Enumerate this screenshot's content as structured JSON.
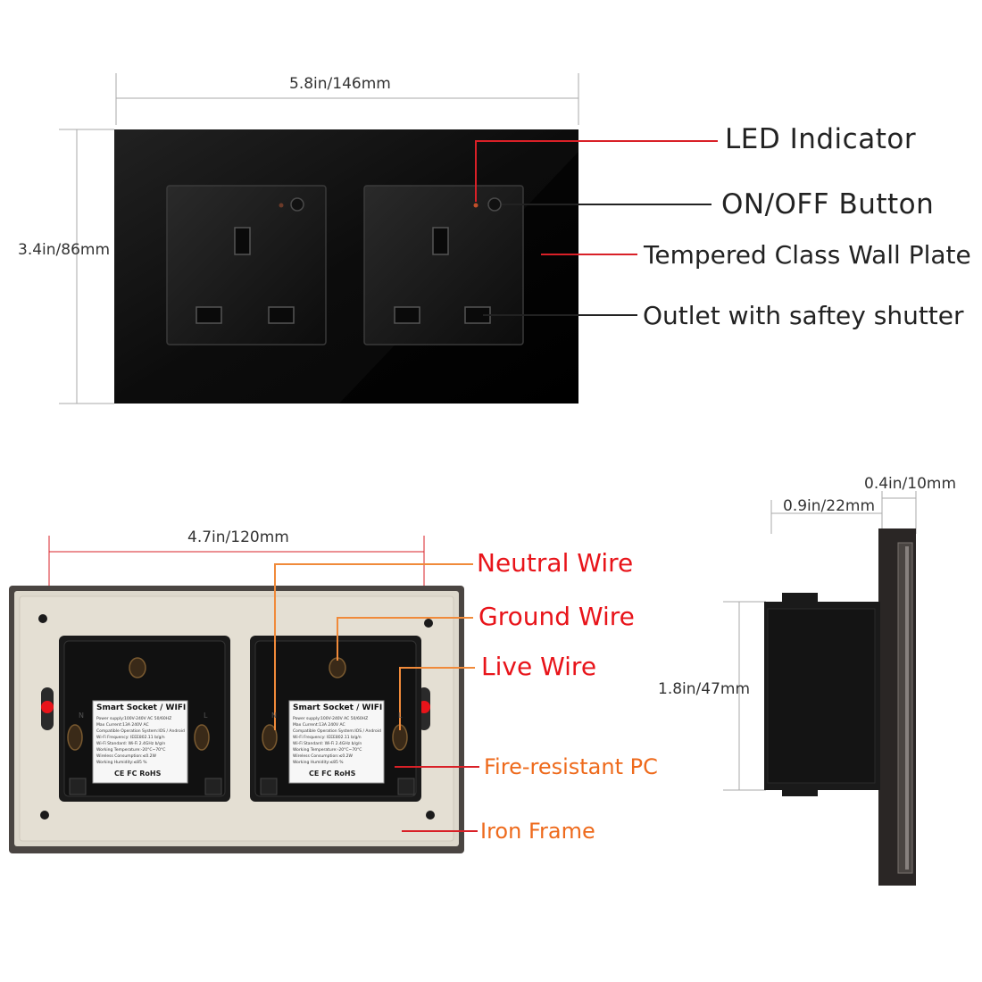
{
  "front_view": {
    "width_label": "5.8in/146mm",
    "height_label": "3.4in/86mm",
    "callouts": {
      "led": "LED Indicator",
      "button": "ON/OFF Button",
      "plate": "Tempered Class Wall Plate",
      "outlet": "Outlet with saftey shutter"
    }
  },
  "back_view": {
    "width_label": "4.7in/120mm",
    "module_text": {
      "title": "Smart Socket / WIFI",
      "spec_lines": [
        "Power supply:100V-240V AC 50/60HZ",
        "Max Current:13A 240V AC",
        "Compatible Operation System:IOS / Android",
        "Wi-Fi Frequency: IEEE802.11 b/g/n",
        "Wi-Fi Standard: Wi-Fi 2.4GHz b/g/n",
        "Working Temperature:-20°C~70°C",
        "Wireless Consumption:≤0.2W",
        "Working Humidity:≤85 %"
      ],
      "cert": "CE FC RoHS",
      "terminal_n": "N",
      "terminal_l": "L"
    },
    "callouts": {
      "neutral": "Neutral Wire",
      "ground": "Ground Wire",
      "live": "Live Wire",
      "pc": "Fire-resistant PC",
      "iron": "Iron Frame"
    }
  },
  "side_view": {
    "depth_total_label": "0.9in/22mm",
    "plate_thickness_label": "0.4in/10mm",
    "module_height_label": "1.8in/47mm"
  },
  "colors": {
    "red_callout": "#e8141a",
    "orange_callout": "#ee6a1c",
    "leader_dark": "#222222",
    "leader_red": "#d92027",
    "leader_orange": "#f08a3a"
  }
}
